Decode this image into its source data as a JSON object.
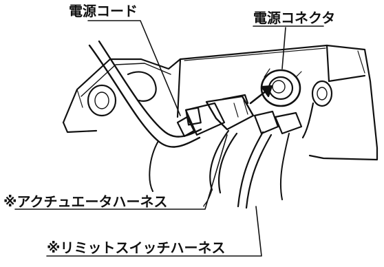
{
  "labels": {
    "power_cord": "電源コード",
    "power_connector": "電源コネクタ",
    "actuator_harness": "※アクチュエータハーネス",
    "limit_switch_harness": "※リミットスイッチハーネス"
  },
  "colors": {
    "line": "#111111",
    "background": "#ffffff"
  }
}
